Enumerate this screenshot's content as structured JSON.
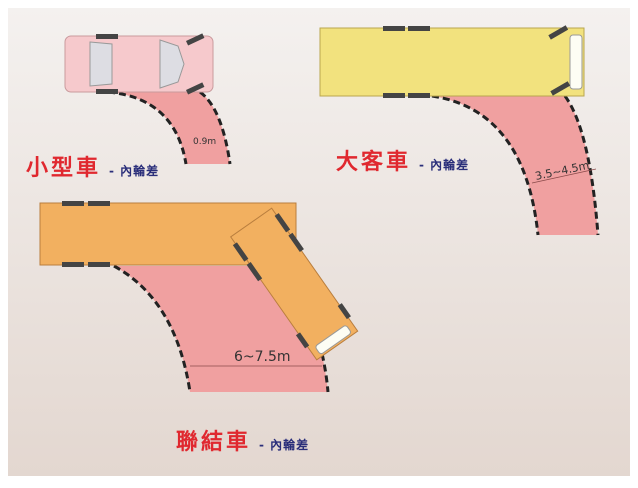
{
  "diagram": {
    "colors": {
      "background_top": "#f4f1ef",
      "background_bottom": "#e3d7d0",
      "sweep_area": "#f0a0a0",
      "small_car_body": "#f6c9cc",
      "bus_body": "#f2e27e",
      "truck_body": "#f2b060",
      "title_red": "#e0282f",
      "subtitle_navy": "#2a2e7a"
    },
    "small_car": {
      "name": "小型車",
      "suffix": "- 內輪差",
      "measure": "0.9m"
    },
    "bus": {
      "name": "大客車",
      "suffix": "- 內輪差",
      "measure": "3.5~4.5m"
    },
    "semi": {
      "name": "聯結車",
      "suffix": "- 內輪差",
      "measure": "6~7.5m"
    }
  }
}
